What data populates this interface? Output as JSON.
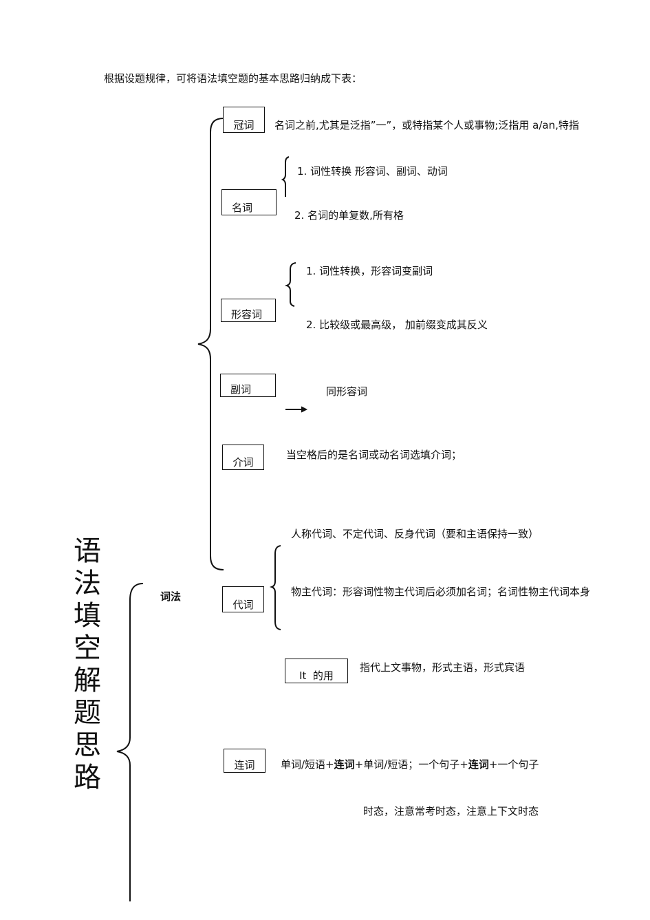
{
  "intro": "根据设题规律，可将语法填空题的基本思路归纳成下表：",
  "title": "语法填空解题思路",
  "cifa": "词法",
  "article": {
    "box": "冠词",
    "text": "名词之前,尤其是泛指”一”，或特指某个人或事物;泛指用 a/an,特指"
  },
  "noun": {
    "box": "名词",
    "item1": "1.  词性转换     形容词、副词、动词",
    "item2": "2.  名词的单复数,所有格"
  },
  "adjective": {
    "box": "形容词",
    "item1": "1.  词性转换，形容词变副词",
    "item2": "2.  比较级或最高级，  加前缀变成其反义"
  },
  "adverb": {
    "box": "副词",
    "text": "同形容词"
  },
  "preposition": {
    "box": "介词",
    "text": "当空格后的是名词或动名词选填介词；"
  },
  "pronoun": {
    "box": "代词",
    "item1": "人称代词、不定代词、反身代词（要和主语保持一致）",
    "item2": "物主代词：形容词性物主代词后必须加名词；名词性物主代词本身"
  },
  "it": {
    "box": "It  的用",
    "text": "指代上文事物，形式主语，形式宾语"
  },
  "conjunction": {
    "box": "连词",
    "text_a": "单词/短语+",
    "bold1": "连词",
    "text_b": "+单词/短语；一个句子+",
    "bold2": "连词",
    "text_c": "+一个句子"
  },
  "tense": "时态，注意常考时态，注意上下文时态"
}
